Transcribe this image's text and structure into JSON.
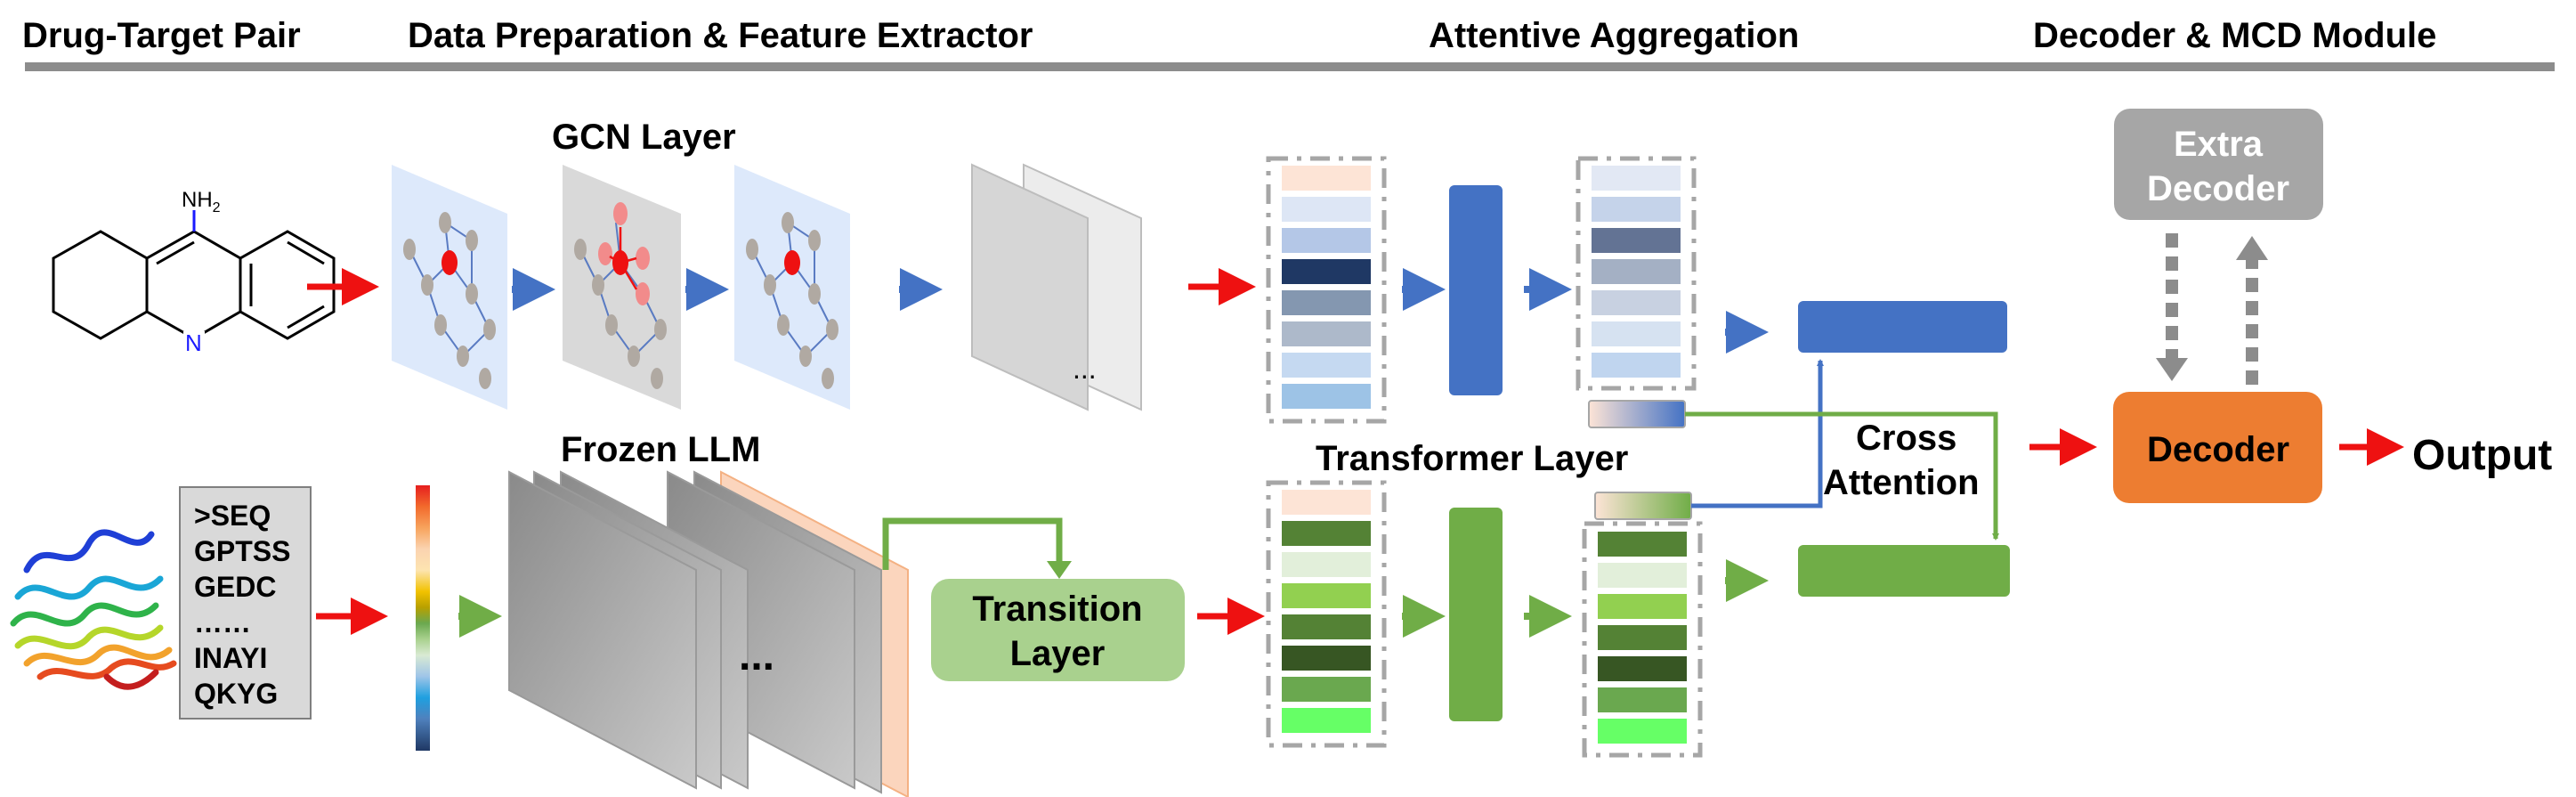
{
  "headers": {
    "drug_target_pair": "Drug-Target Pair",
    "data_preparation": "Data Preparation & Feature Extractor",
    "attentive_aggregation": "Attentive Aggregation",
    "decoder_mcd": "Decoder & MCD Module"
  },
  "labels": {
    "gcn_layer": "GCN Layer",
    "frozen_llm": "Frozen LLM",
    "transition_layer_line1": "Transition",
    "transition_layer_line2": "Layer",
    "transformer_layer": "Transformer Layer",
    "cross_attention_line1": "Cross",
    "cross_attention_line2": "Attention",
    "extra_decoder_line1": "Extra",
    "extra_decoder_line2": "Decoder",
    "decoder": "Decoder",
    "output": "Output",
    "ellipsis_top": "...",
    "ellipsis_bottom": "..."
  },
  "molecule": {
    "substituent_main": "NH",
    "substituent_sub": "2",
    "ring_atom": "N"
  },
  "sequence": {
    "lines": [
      ">SEQ",
      "GPTSS",
      "GEDC",
      "……",
      "INAYI",
      "QKYG"
    ]
  },
  "colors": {
    "header_rule": "#8c8c8c",
    "red_arrow": "#ee1111",
    "blue": "#4472c4",
    "green": "#70ad47",
    "gray": "#a6a6a6",
    "decoder_orange": "#ed7d31",
    "transition_green": "#a9d18e",
    "peach": "#fbd5bd"
  },
  "feature_stacks": {
    "drug_in": [
      "#fde4d6",
      "#dde6f5",
      "#b4c7e7",
      "#1f3864",
      "#8497b0",
      "#adb9ca",
      "#c5d9f1",
      "#9dc3e6"
    ],
    "drug_out": [
      "#e2e8f4",
      "#c5d3ea",
      "#637394",
      "#a4b0c4",
      "#c8d1e1",
      "#d6e2f1",
      "#c0d5ef"
    ],
    "protein_in": [
      "#fde4d6",
      "#548235",
      "#e2efda",
      "#92d050",
      "#548235",
      "#375623",
      "#6aa84f",
      "#66ff66"
    ],
    "protein_out": [
      "#548235",
      "#e2efda",
      "#92d050",
      "#548235",
      "#375623",
      "#6aa84f",
      "#66ff66"
    ]
  }
}
